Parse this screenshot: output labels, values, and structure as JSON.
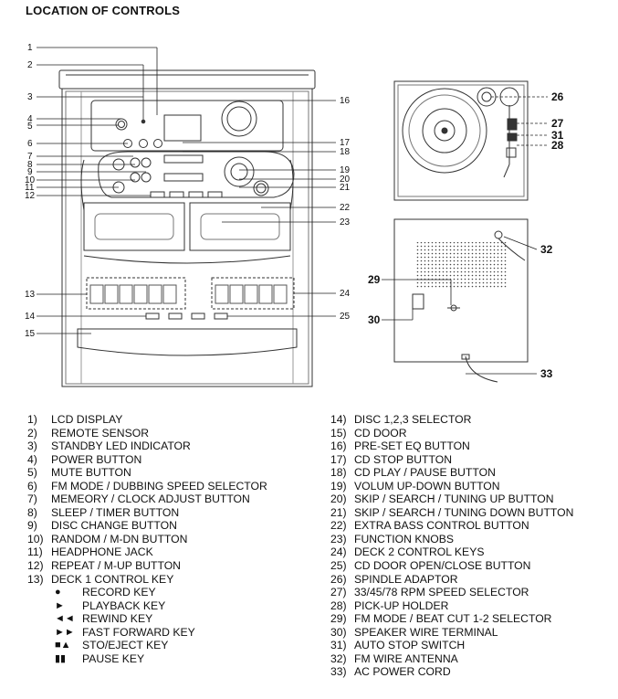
{
  "title": "LOCATION OF CONTROLS",
  "callouts": {
    "c1": "1",
    "c2": "2",
    "c3": "3",
    "c4": "4",
    "c5": "5",
    "c6": "6",
    "c7": "7",
    "c8": "8",
    "c9": "9",
    "c10": "10",
    "c11": "11",
    "c12": "12",
    "c13": "13",
    "c14": "14",
    "c15": "15",
    "c16": "16",
    "c17": "17",
    "c18": "18",
    "c19": "19",
    "c20": "20",
    "c21": "21",
    "c22": "22",
    "c23": "23",
    "c24": "24",
    "c25": "25",
    "c26": "26",
    "c27": "27",
    "c28": "28",
    "c29": "29",
    "c30": "30",
    "c31": "31",
    "c32": "32",
    "c33": "33"
  },
  "legend_left": [
    {
      "num": "1)",
      "label": "LCD DISPLAY"
    },
    {
      "num": "2)",
      "label": "REMOTE SENSOR"
    },
    {
      "num": "3)",
      "label": "STANDBY LED INDICATOR"
    },
    {
      "num": "4)",
      "label": "POWER BUTTON"
    },
    {
      "num": "5)",
      "label": "MUTE BUTTON"
    },
    {
      "num": "6)",
      "label": "FM MODE / DUBBING SPEED SELECTOR"
    },
    {
      "num": "7)",
      "label": "MEMEORY / CLOCK ADJUST BUTTON"
    },
    {
      "num": "8)",
      "label": "SLEEP / TIMER BUTTON"
    },
    {
      "num": "9)",
      "label": "DISC CHANGE BUTTON"
    },
    {
      "num": "10)",
      "label": "RANDOM / M-DN BUTTON"
    },
    {
      "num": "11)",
      "label": "HEADPHONE JACK"
    },
    {
      "num": "12)",
      "label": "REPEAT / M-UP BUTTON"
    },
    {
      "num": "13)",
      "label": "DECK 1 CONTROL KEY"
    }
  ],
  "deck_keys": [
    {
      "symbol": "●",
      "label": "RECORD KEY"
    },
    {
      "symbol": "►",
      "label": "PLAYBACK KEY"
    },
    {
      "symbol": "◄◄",
      "label": "REWIND KEY"
    },
    {
      "symbol": "►►",
      "label": "FAST FORWARD KEY"
    },
    {
      "symbol": "■▲",
      "label": "STO/EJECT KEY"
    },
    {
      "symbol": "▮▮",
      "label": "PAUSE KEY"
    }
  ],
  "legend_right": [
    {
      "num": "14)",
      "label": "DISC 1,2,3 SELECTOR"
    },
    {
      "num": "15)",
      "label": "CD DOOR"
    },
    {
      "num": "16)",
      "label": "PRE-SET EQ BUTTON"
    },
    {
      "num": "17)",
      "label": "CD STOP BUTTON"
    },
    {
      "num": "18)",
      "label": "CD PLAY / PAUSE BUTTON"
    },
    {
      "num": "19)",
      "label": "VOLUM UP-DOWN BUTTON"
    },
    {
      "num": "20)",
      "label": "SKIP / SEARCH / TUNING UP BUTTON"
    },
    {
      "num": "21)",
      "label": "SKIP / SEARCH / TUNING DOWN BUTTON"
    },
    {
      "num": "22)",
      "label": "EXTRA BASS CONTROL BUTTON"
    },
    {
      "num": "23)",
      "label": "FUNCTION KNOBS"
    },
    {
      "num": "24)",
      "label": "DECK 2 CONTROL KEYS"
    },
    {
      "num": "25)",
      "label": "CD DOOR OPEN/CLOSE BUTTON"
    },
    {
      "num": "26)",
      "label": "SPINDLE ADAPTOR"
    },
    {
      "num": "27)",
      "label": "33/45/78 RPM SPEED SELECTOR"
    },
    {
      "num": "28)",
      "label": "PICK-UP HOLDER"
    },
    {
      "num": "29)",
      "label": "FM MODE / BEAT CUT 1-2 SELECTOR"
    },
    {
      "num": "30)",
      "label": "SPEAKER WIRE TERMINAL"
    },
    {
      "num": "31)",
      "label": "AUTO STOP SWITCH"
    },
    {
      "num": "32)",
      "label": "FM WIRE ANTENNA"
    },
    {
      "num": "33)",
      "label": "AC POWER CORD"
    }
  ]
}
